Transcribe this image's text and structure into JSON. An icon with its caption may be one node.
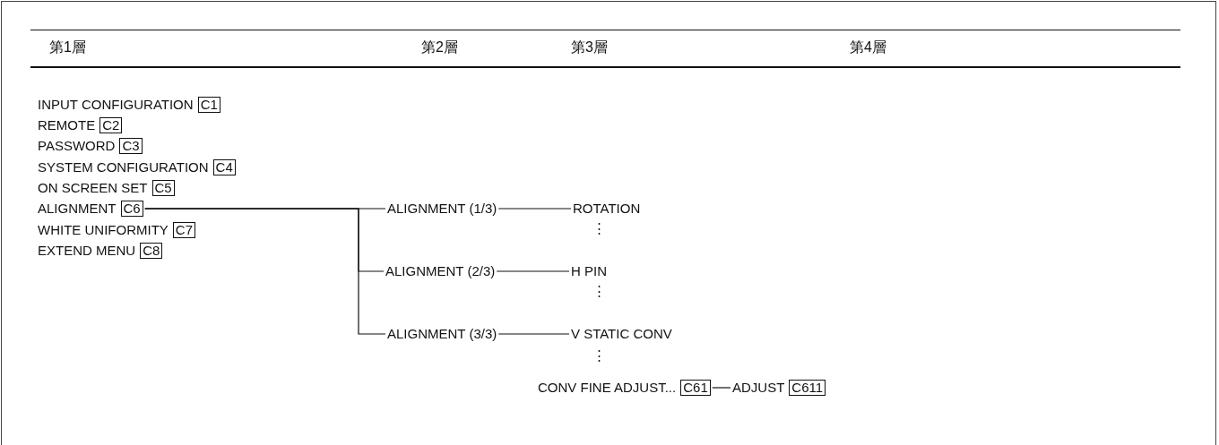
{
  "diagram": {
    "nodes": [
      {
        "text": [
          "INPUT CONFIGURATION",
          "C1"
        ]
      },
      {
        "text": [
          "REMOTE",
          "C2"
        ]
      },
      {
        "text": [
          "PASSWORD",
          "C3"
        ]
      },
      {
        "text": [
          "SYSTEM CONFIGURATION",
          "C4"
        ]
      },
      {
        "text": [
          "ON SCREEN SET",
          "C5"
        ]
      },
      {
        "text": [
          "ALIGNMENT",
          "C6"
        ]
      },
      {
        "text": [
          "WHITE UNIFORMITY",
          "C7"
        ]
      },
      {
        "text": [
          "EXTEND MENU",
          "C8"
        ]
      },
      {
        "text": [
          "ALIGNMENT (1/3)"
        ]
      },
      {
        "text": [
          "ROTATION"
        ]
      },
      {
        "text": [
          "ALIGNMENT (2/3)"
        ]
      },
      {
        "text": [
          "H PIN"
        ]
      },
      {
        "text": [
          "ALIGNMENT (3/3)"
        ]
      },
      {
        "text": [
          "V STATIC CONV"
        ]
      },
      {
        "text": [
          "CONV FINE ADJUST...",
          "C61"
        ]
      },
      {
        "text": [
          "ADJUST",
          "C611"
        ]
      }
    ],
    "edges": [
      {
        "from": 5,
        "to": 8,
        "arrow": "none"
      },
      {
        "from": 5,
        "to": 10,
        "arrow": "none"
      },
      {
        "from": 5,
        "to": 12,
        "arrow": "none"
      },
      {
        "from": 8,
        "to": 9,
        "arrow": "none"
      },
      {
        "from": 10,
        "to": 11,
        "arrow": "none"
      },
      {
        "from": 12,
        "to": 13,
        "arrow": "none"
      },
      {
        "from": 14,
        "to": 15,
        "arrow": "none"
      }
    ],
    "labels": [
      "第1層",
      "第2層",
      "第3層",
      "第4層",
      "⋮",
      "⋮",
      "⋮"
    ]
  }
}
